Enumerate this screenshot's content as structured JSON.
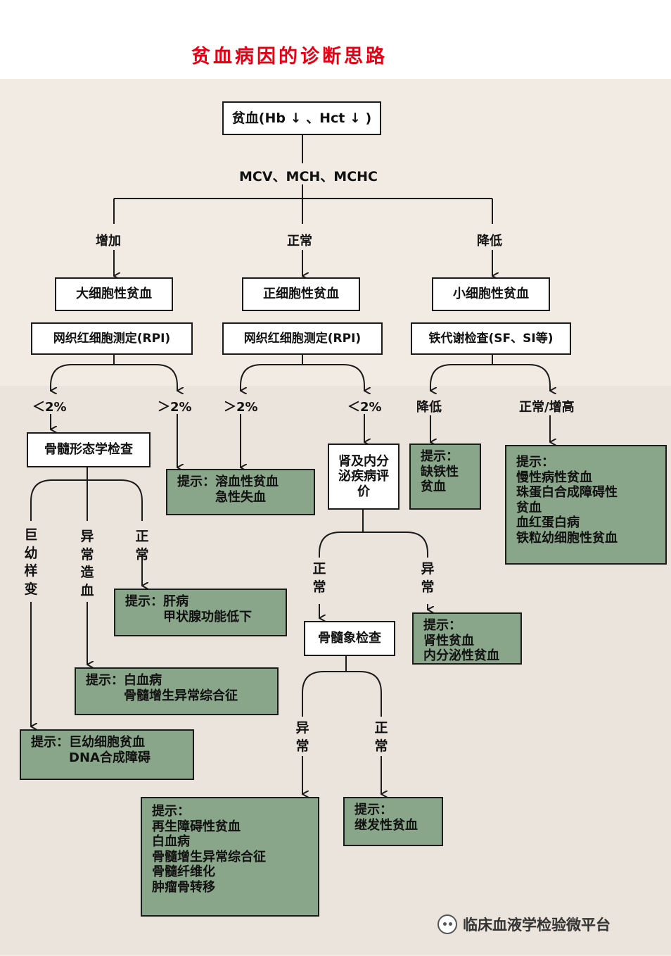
{
  "title": "贫血病因的诊断思路",
  "root": "贫血(Hb ↓ 、Hct ↓ )",
  "indices": "MCV、MCH、MCHC",
  "branches": {
    "increase": "增加",
    "normal": "正常",
    "decrease": "降低"
  },
  "anemia_types": {
    "macro": "大细胞性贫血",
    "normo": "正细胞性贫血",
    "micro": "小细胞性贫血"
  },
  "tests": {
    "rpi_left": "网织红细胞测定(RPI)",
    "rpi_middle": "网织红细胞测定(RPI)",
    "iron": "铁代谢检查(SF、SI等)"
  },
  "rpi_labels": {
    "lt2_left": "＜2%",
    "gt2_left": "＞2%",
    "gt2_mid": "＞2%",
    "lt2_mid": "＜2%"
  },
  "iron_labels": {
    "low": "降低",
    "normal_high": "正常/增高"
  },
  "marrow_morph": "骨髓形态学检查",
  "renal_eval": "肾及内分泌疾病评价",
  "marrow_branches": {
    "megaloblastic": "巨幼样变",
    "abnormal_hematopoiesis": "异常造血",
    "normal": "正常"
  },
  "renal_branches": {
    "normal": "正常",
    "abnormal": "异常"
  },
  "marrow_exam": "骨髓象检查",
  "marrow_exam_branches": {
    "abnormal": "异常",
    "normal": "正常"
  },
  "hint_label": "提示：",
  "hints": {
    "hemolytic": [
      "溶血性贫血",
      "急性失血"
    ],
    "iron_deficiency": [
      "缺铁性",
      "贫血"
    ],
    "chronic": [
      "慢性病性贫血",
      "珠蛋白合成障碍性",
      "贫血",
      "血红蛋白病",
      "铁粒幼细胞性贫血"
    ],
    "liver": [
      "肝病",
      "甲状腺功能低下"
    ],
    "leukemia_mds": [
      "白血病",
      "骨髓增生异常综合征"
    ],
    "megaloblastic": [
      "巨幼细胞贫血",
      "DNA合成障碍"
    ],
    "renal": [
      "肾性贫血",
      "内分泌性贫血"
    ],
    "aplastic": [
      "再生障碍性贫血",
      "白血病",
      "骨髓增生异常综合征",
      "骨髓纤维化",
      "肿瘤骨转移"
    ],
    "secondary": [
      "继发性贫血"
    ]
  },
  "watermark": "临床血液学检验微平台",
  "colors": {
    "title": "#e60012",
    "hint_box": "#8aa68a",
    "line": "#1b1b1b"
  }
}
